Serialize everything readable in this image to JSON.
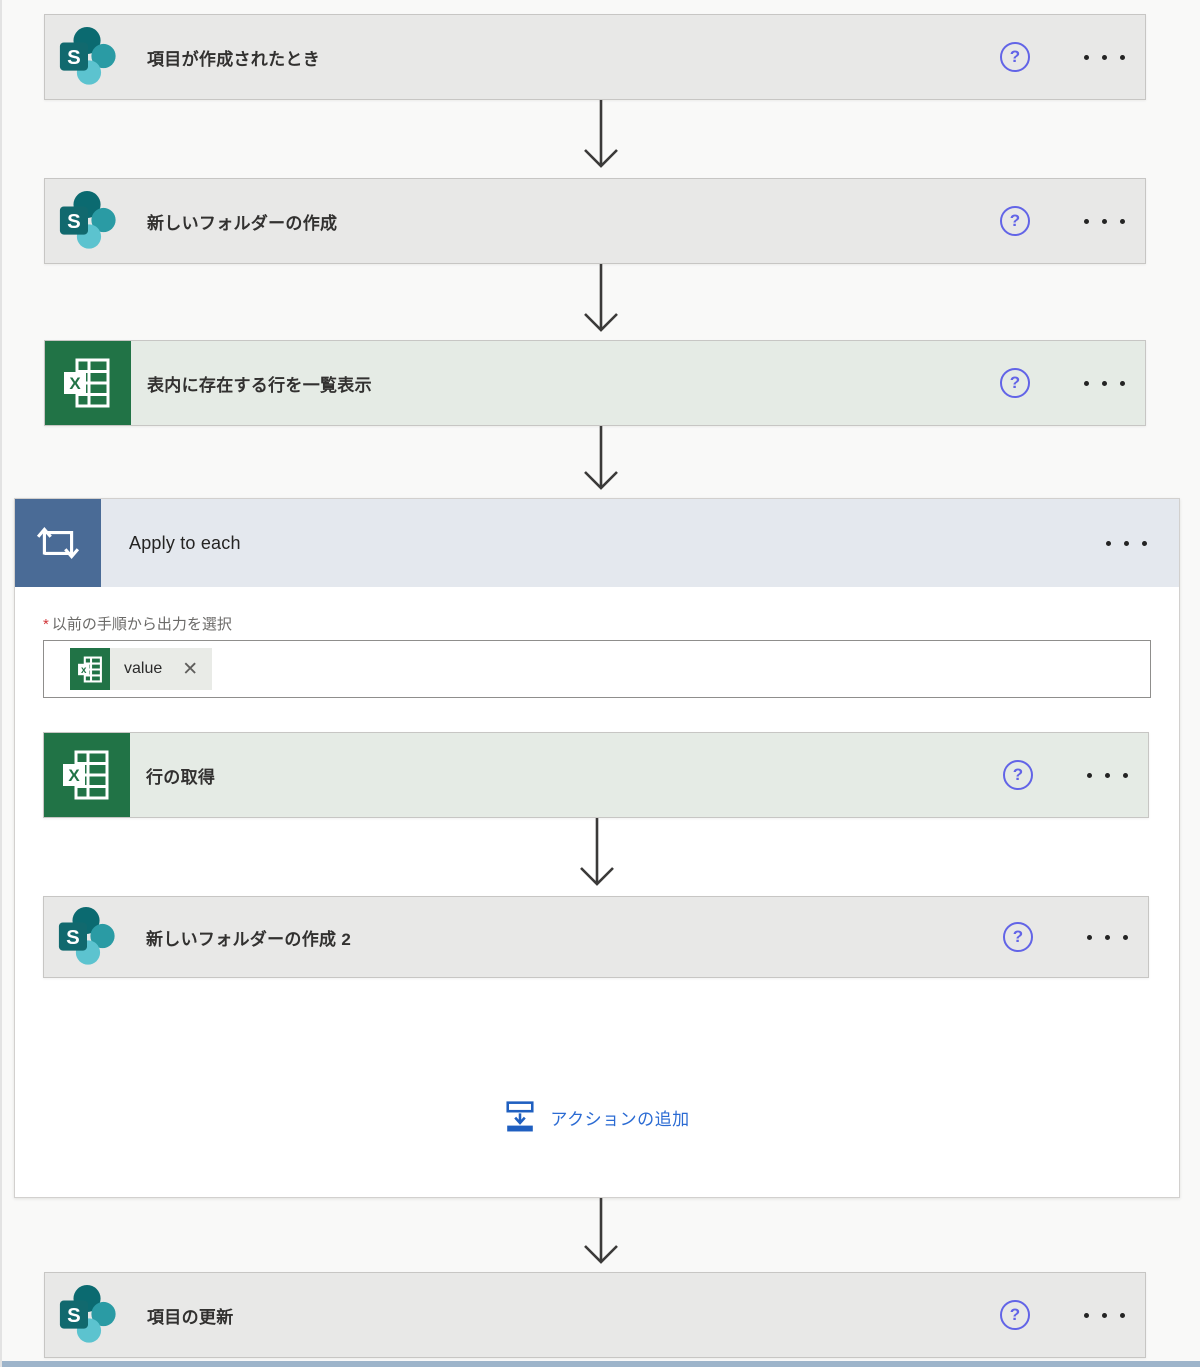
{
  "cards": {
    "trigger": {
      "title": "項目が作成されたとき",
      "connector": "sharepoint"
    },
    "create_folder": {
      "title": "新しいフォルダーの作成",
      "connector": "sharepoint"
    },
    "list_rows": {
      "title": "表内に存在する行を一覧表示",
      "connector": "excel"
    },
    "get_row": {
      "title": "行の取得",
      "connector": "excel"
    },
    "create_folder_2": {
      "title": "新しいフォルダーの作成 2",
      "connector": "sharepoint"
    },
    "update_item": {
      "title": "項目の更新",
      "connector": "sharepoint"
    }
  },
  "apply_to_each": {
    "title": "Apply to each",
    "required_mark": "*",
    "field_label": "以前の手順から出力を選択",
    "token_label": "value",
    "add_action_label": "アクションの追加"
  },
  "icons": {
    "help_glyph": "?"
  },
  "colors": {
    "excel_green": "#217346",
    "loop_block_blue": "#4a6b96",
    "scope_header_bg": "#e4e8ee",
    "card_gray_bg": "#e8e8e7",
    "card_green_bg": "#e5ebe5",
    "help_icon_blue": "#6264e7",
    "add_action_blue": "#2b6bd3",
    "required_red": "#d13438",
    "bottom_bar_blue": "#9db4ca"
  }
}
